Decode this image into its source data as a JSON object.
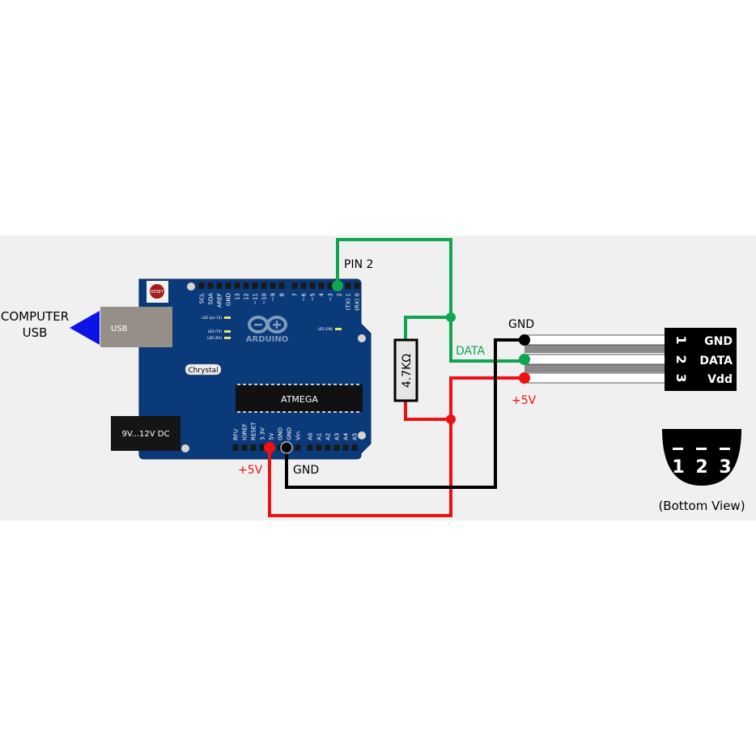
{
  "diagram": {
    "computer_usb_label_line1": "COMPUTER",
    "computer_usb_label_line2": "USB",
    "usb_port_label": "USB",
    "dc_jack_label": "9V...12V DC",
    "reset_label": "RESET",
    "crystal_label": "Chrystal",
    "chip_label": "ATMEGA",
    "board_logo_text": "ARDUINO",
    "led_labels": [
      "LED (pin 13)",
      "LED (TX)",
      "LED (RX)",
      "LED (ON)"
    ],
    "top_header_pins": [
      "SCL",
      "SDA",
      "AREF",
      "GND",
      "13",
      "12",
      "~11",
      "~10",
      "~9",
      "8",
      "7",
      "~6",
      "~5",
      "4",
      "~3",
      "2",
      "(TX) 1",
      "(RX) 0"
    ],
    "power_header_pins": [
      "RFU",
      "IOREF",
      "RESET",
      "3.3V",
      "5V",
      "GND",
      "GND",
      "Vin"
    ],
    "analog_header_pins": [
      "A0",
      "A1",
      "A2",
      "A3",
      "A4",
      "A5"
    ],
    "pin2_label": "PIN 2",
    "board_5v_label": "+5V",
    "board_gnd_label": "GND",
    "resistor_label": "4.7KΩ",
    "data_wire_label": "DATA",
    "sensor_gnd_label": "GND",
    "sensor_5v_label": "+5V",
    "sensor_pins": [
      {
        "number": "1",
        "name": "GND"
      },
      {
        "number": "2",
        "name": "DATA"
      },
      {
        "number": "3",
        "name": "Vdd"
      }
    ],
    "bottom_view_numbers": [
      "1",
      "2",
      "3"
    ],
    "bottom_view_caption": "(Bottom View)",
    "colors": {
      "data_wire": "#0fa650",
      "power_wire": "#ee1111",
      "ground_wire": "#000000",
      "board": "#0b3a7a",
      "usb_arrow": "#0a14e6",
      "panel": "#f0f0f0"
    }
  }
}
